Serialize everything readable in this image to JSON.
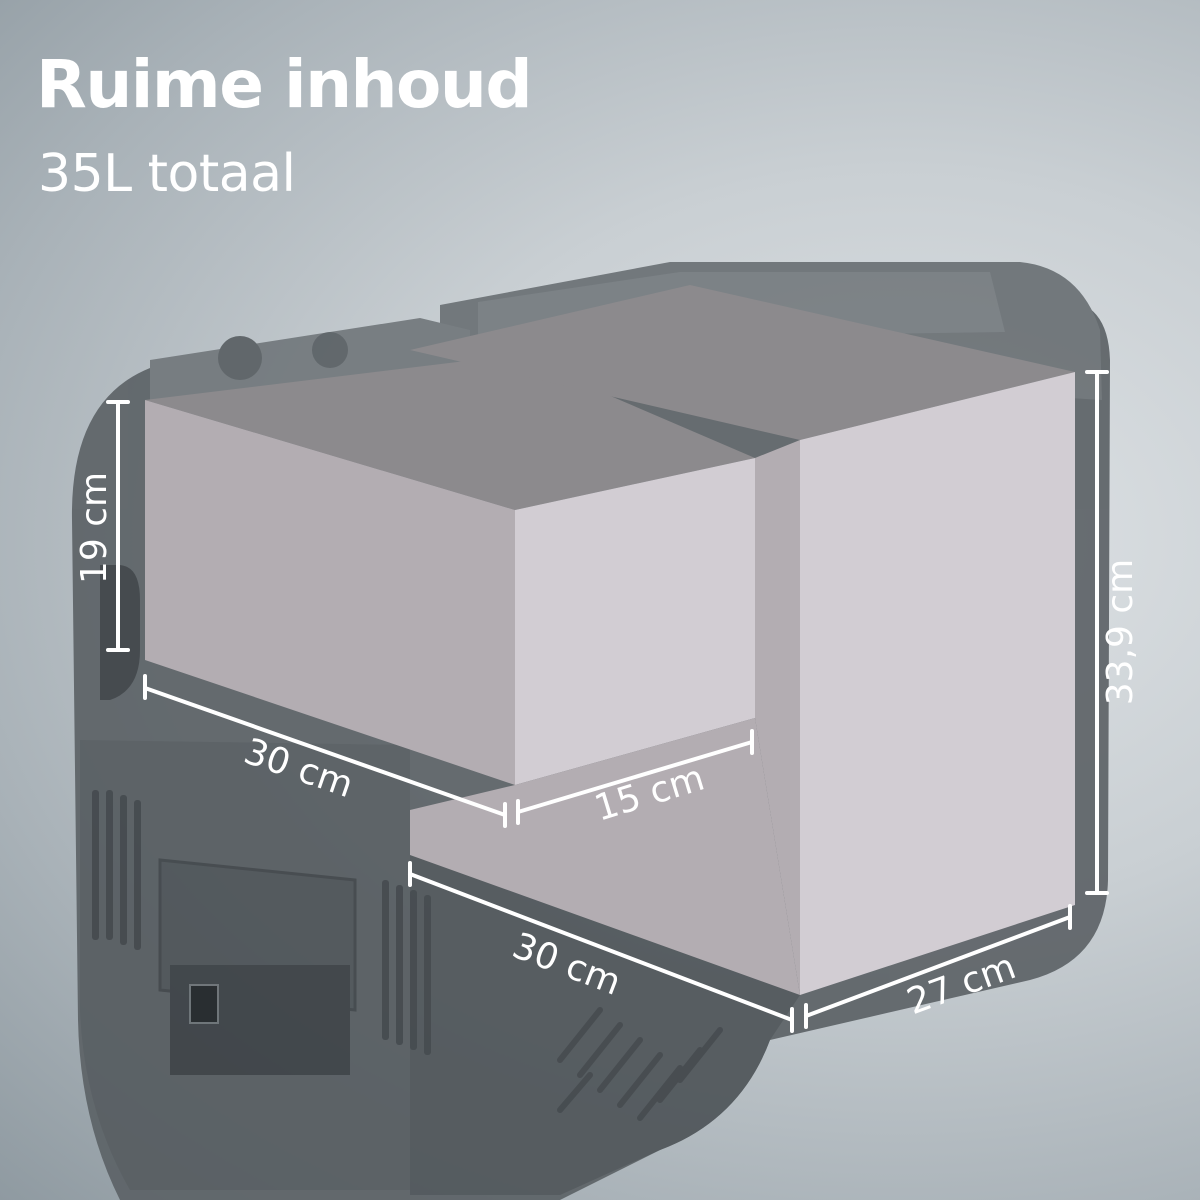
{
  "heading": {
    "title": "Ruime inhoud",
    "subtitle": "35L totaal"
  },
  "dimensions": {
    "small_height": "19 cm",
    "small_width": "30 cm",
    "small_depth": "15 cm",
    "large_width": "30 cm",
    "large_depth": "27 cm",
    "large_height": "33,9 cm"
  },
  "colors": {
    "box_top": "#8c8a8d",
    "box_front": "#b3adb2",
    "box_side": "#d2cdd3",
    "cooler_body": "#5d6367",
    "text": "#ffffff"
  }
}
